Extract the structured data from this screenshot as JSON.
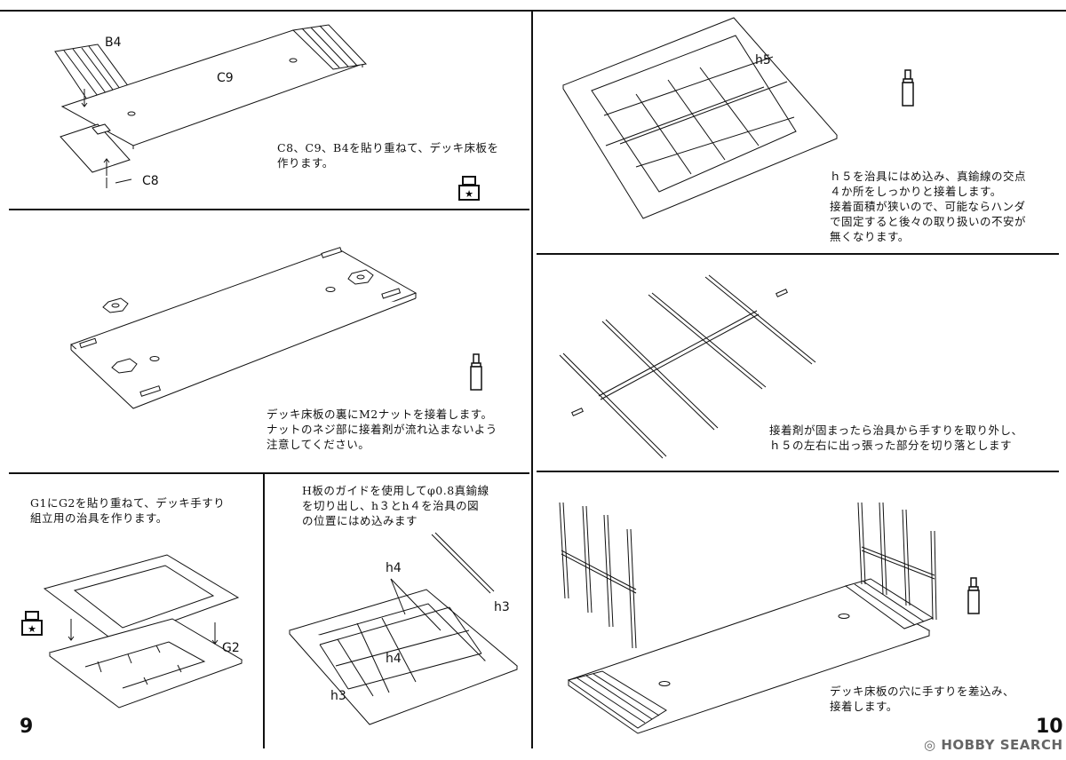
{
  "page_left": {
    "number": "9",
    "step1": {
      "labels": {
        "b4": "B4",
        "c9": "C9",
        "c8": "C8"
      },
      "text": [
        "C8、C9、B4を貼り重ねて、デッキ床板を",
        "作ります。"
      ]
    },
    "step2": {
      "text": [
        "デッキ床板の裏にM2ナットを接着します。",
        "ナットのネジ部に接着剤が流れ込まないよう",
        "注意してください。"
      ]
    },
    "step3": {
      "text": [
        "G1にG2を貼り重ねて、デッキ手すり",
        "組立用の治具を作ります。"
      ],
      "labels": {
        "g2": "G2"
      }
    },
    "step4": {
      "text": [
        "H板のガイドを使用してφ0.8真鍮線",
        "を切り出し、h３とh４を治具の図",
        "の位置にはめ込みます"
      ],
      "labels": {
        "h4_top": "h4",
        "h4_mid": "h4",
        "h3_right": "h3",
        "h3_left": "h3"
      }
    }
  },
  "page_right": {
    "number": "10",
    "step1": {
      "labels": {
        "h5": "h5"
      },
      "text": [
        "ｈ５を治具にはめ込み、真鍮線の交点",
        "４か所をしっかりと接着します。",
        "接着面積が狭いので、可能ならハンダ",
        "で固定すると後々の取り扱いの不安が",
        "無くなります。"
      ]
    },
    "step2": {
      "text": [
        "接着剤が固まったら治具から手すりを取り外し、",
        "ｈ５の左右に出っ張った部分を切り落とします"
      ]
    },
    "step3": {
      "text": [
        "デッキ床板の穴に手すりを差込み、",
        "接着します。"
      ]
    }
  },
  "icons": {
    "adhesive_tube": "glue-tube-icon",
    "tool_star": "tamiya-tool-icon"
  },
  "watermark": "HOBBY SEARCH"
}
